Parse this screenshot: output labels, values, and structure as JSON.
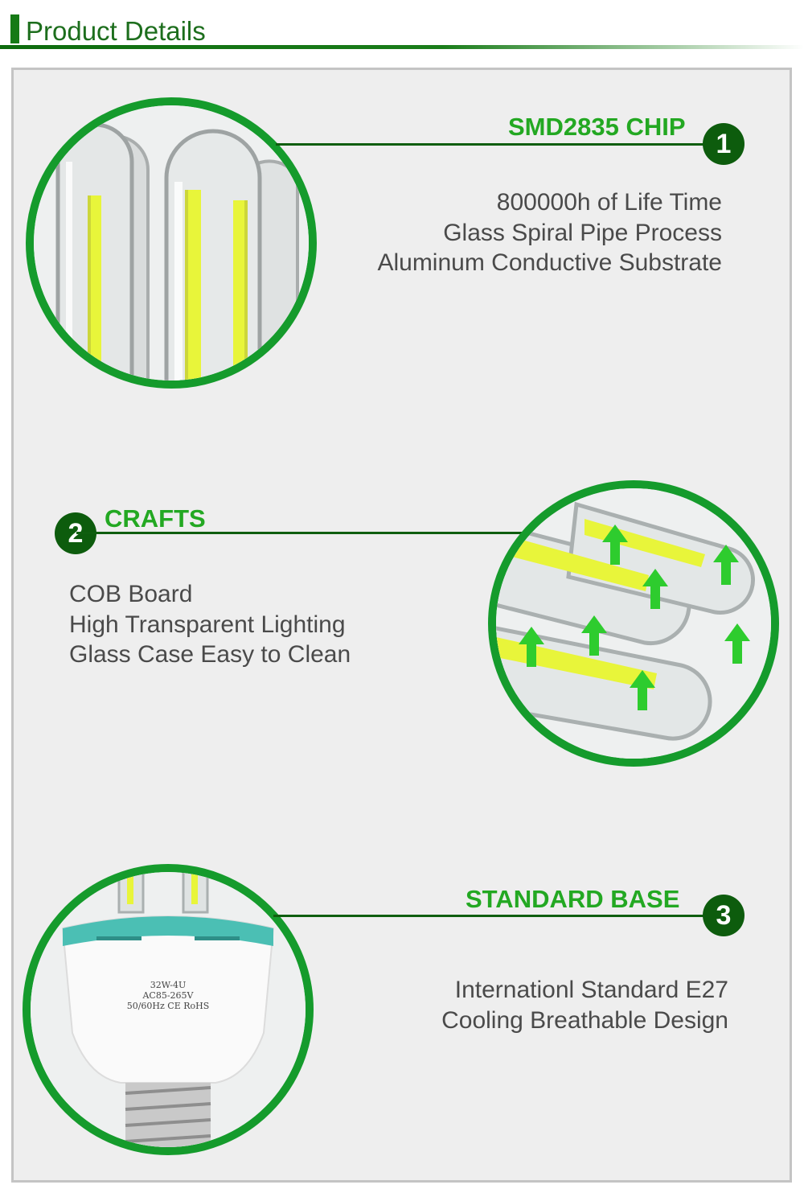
{
  "header": {
    "title": "Product Details"
  },
  "features": [
    {
      "number": "1",
      "title": "SMD2835 CHIP",
      "lines": [
        "800000h of Life Time",
        "Glass Spiral Pipe Process",
        "Aluminum Conductive Substrate"
      ]
    },
    {
      "number": "2",
      "title": "CRAFTS",
      "lines": [
        "COB Board",
        "High Transparent Lighting",
        "Glass Case Easy to Clean"
      ]
    },
    {
      "number": "3",
      "title": "STANDARD BASE",
      "lines": [
        "Internationl Standard E27",
        "Cooling Breathable Design"
      ]
    }
  ],
  "base_label": {
    "line1": "32W-4U",
    "line2": "AC85-265V",
    "line3": "50/60Hz CE RoHS"
  },
  "colors": {
    "accent_green": "#159b2c",
    "title_green": "#23a822",
    "dark_green": "#0d5c0d",
    "panel_bg": "#eeeeee",
    "text_gray": "#4a4a4a",
    "led_yellow": "#e8f53a",
    "teal_ring": "#4bbfb4"
  }
}
